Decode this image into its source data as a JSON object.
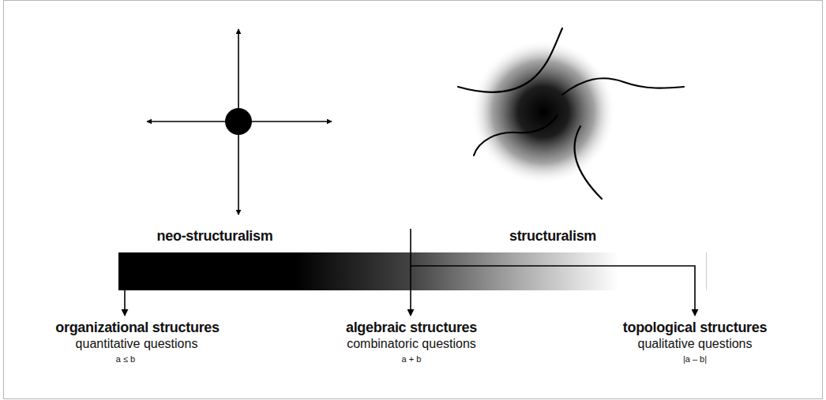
{
  "diagram": {
    "labels": [
      "neo-structuralism",
      "structuralism",
      "organizational structures",
      "quantitative questions",
      "a ≤ b",
      "algebraic structures",
      "combinatoric questions",
      "a + b",
      "topological structures",
      "qualitative questions",
      "|a – b|"
    ]
  }
}
